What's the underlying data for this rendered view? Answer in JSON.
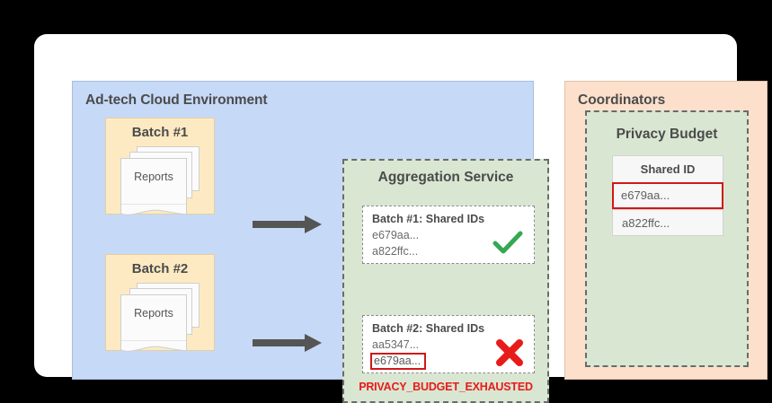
{
  "diagram": {
    "adtech": {
      "title": "Ad-tech Cloud Environment",
      "batches": [
        {
          "label": "Batch #1",
          "docs_label": "Reports"
        },
        {
          "label": "Batch #2",
          "docs_label": "Reports"
        }
      ],
      "arrow_icon": "right-arrow-icon"
    },
    "aggregation": {
      "title": "Aggregation Service",
      "cards": [
        {
          "title": "Batch #1: Shared IDs",
          "ids": [
            "e679aa...",
            "a822ffc..."
          ],
          "flagged_id": null,
          "status_icon": "green-check-icon"
        },
        {
          "title": "Batch #2: Shared IDs",
          "ids": [
            "aa5347..."
          ],
          "flagged_id": "e679aa...",
          "status_icon": "red-cross-icon"
        }
      ],
      "error_message": "PRIVACY_BUDGET_EXHAUSTED"
    },
    "coordinators": {
      "title": "Coordinators",
      "privacy_budget": {
        "title": "Privacy Budget",
        "table": {
          "header": "Shared ID",
          "rows": [
            {
              "value": "e679aa...",
              "highlighted": true
            },
            {
              "value": "a822ffc...",
              "highlighted": false
            }
          ]
        }
      }
    },
    "colors": {
      "adtech_panel": "#c6d9f7",
      "batch_box": "#fdeac2",
      "aggregation_panel": "#d9e7d2",
      "coordinator_panel": "#fce0cb",
      "error_red": "#e81b1b",
      "highlight_red": "#d01818",
      "success_green": "#34a853",
      "arrow_gray": "#555555"
    }
  }
}
